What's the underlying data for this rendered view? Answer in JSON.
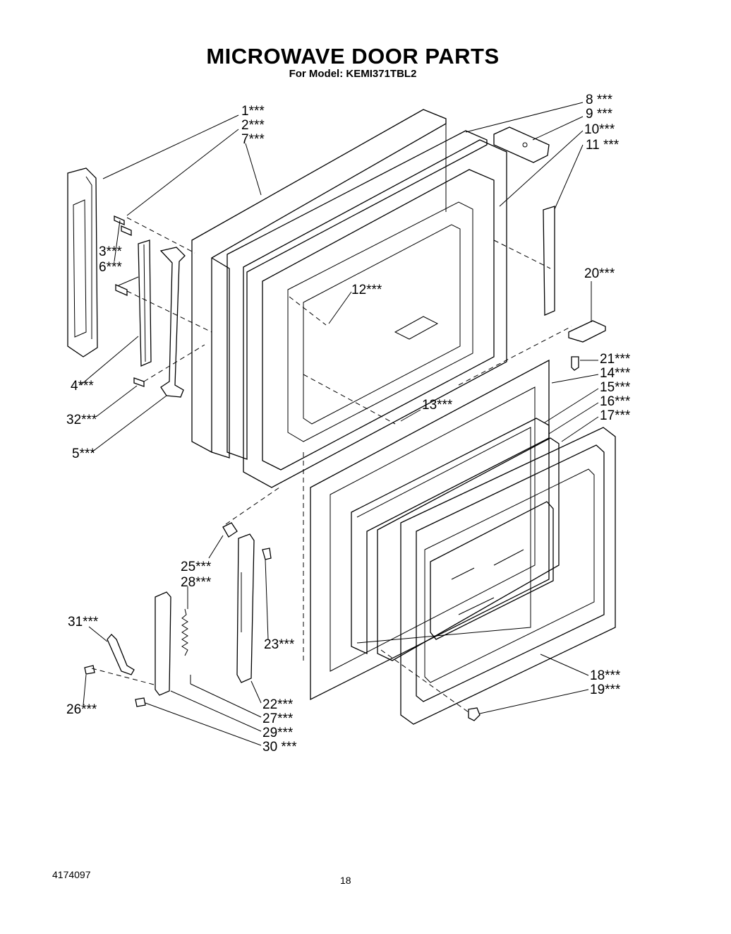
{
  "header": {
    "title": "MICROWAVE DOOR PARTS",
    "subtitle": "For Model: KEMI371TBL2"
  },
  "callouts": [
    "1***",
    "2***",
    "7***",
    "8 ***",
    "9 ***",
    "10***",
    "11 ***",
    "3***",
    "6***",
    "12***",
    "20***",
    "21***",
    "14***",
    "15***",
    "16***",
    "17***",
    "4***",
    "32***",
    "13***",
    "5***",
    "25***",
    "28***",
    "31***",
    "23***",
    "26***",
    "22***",
    "27***",
    "29***",
    "30 ***",
    "18***",
    "19***"
  ],
  "footer": {
    "document_number": "4174097",
    "page_number": "18"
  }
}
